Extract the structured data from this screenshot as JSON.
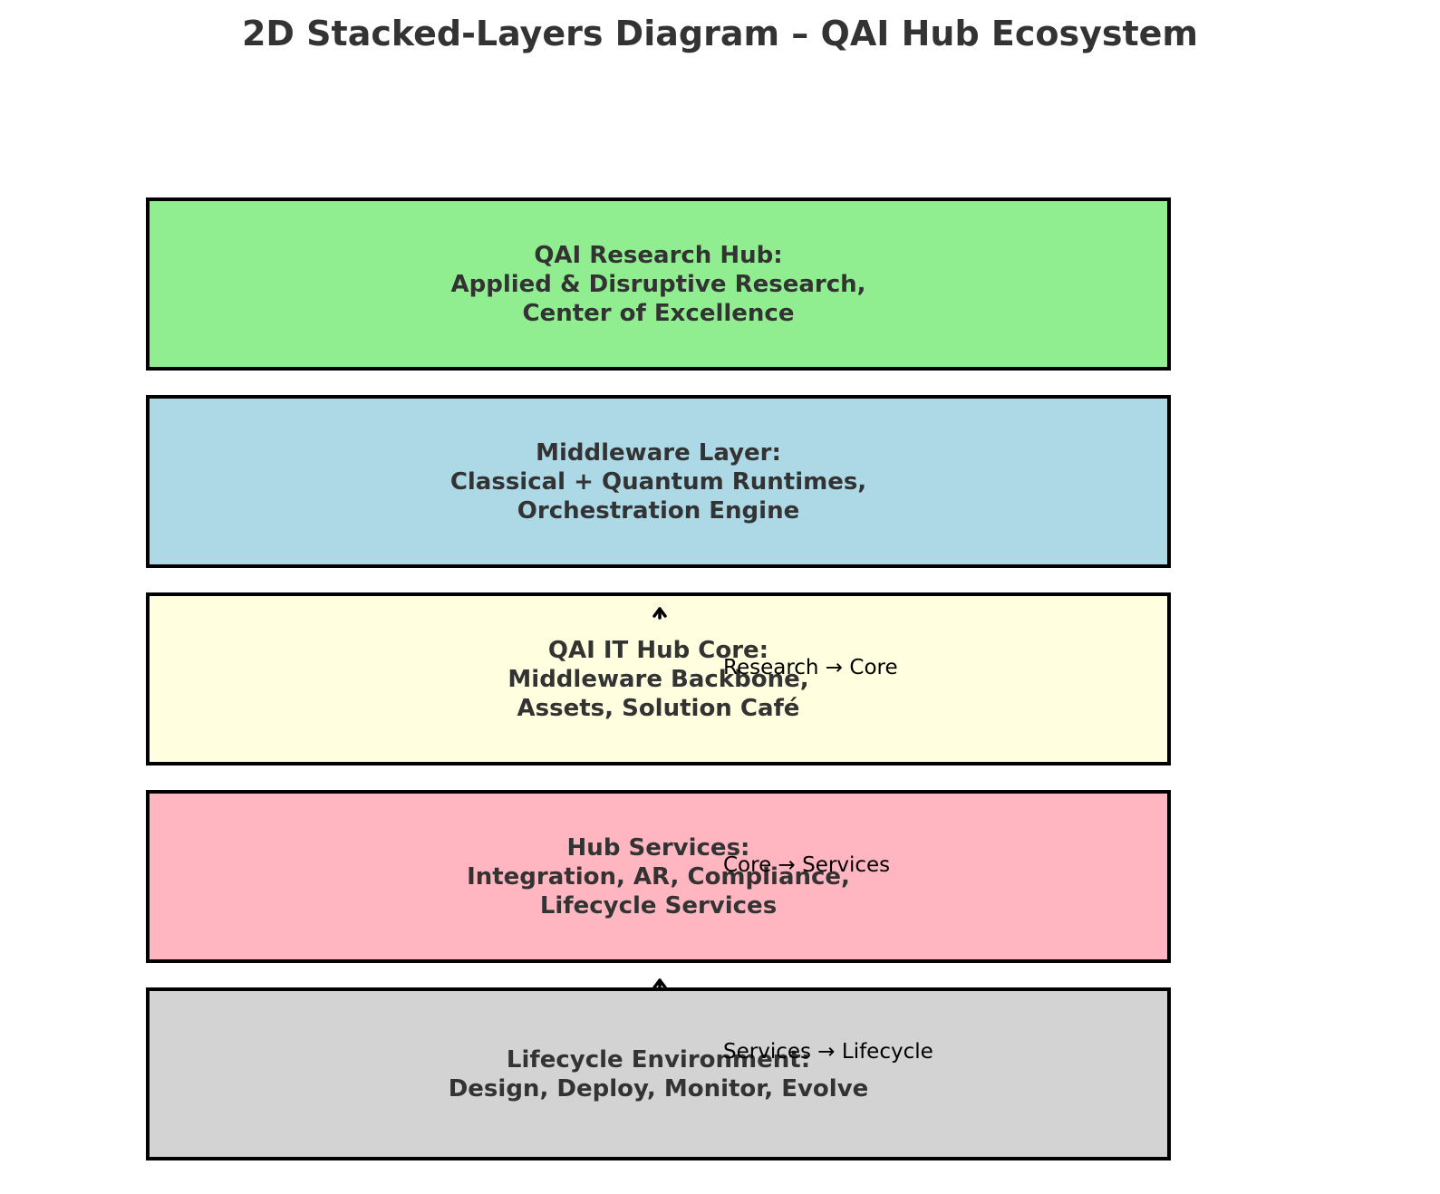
{
  "title": "2D Stacked-Layers Diagram – QAI Hub Ecosystem",
  "layers": [
    {
      "label": "QAI Research Hub:\nApplied & Disruptive Research,\nCenter of Excellence",
      "color": "#90ee90"
    },
    {
      "label": "Middleware Layer:\nClassical + Quantum Runtimes,\nOrchestration Engine",
      "color": "#add8e6"
    },
    {
      "label": "QAI IT Hub Core:\nMiddleware Backbone,\nAssets, Solution Café",
      "color": "#ffffe0"
    },
    {
      "label": "Hub Services:\nIntegration, AR, Compliance,\nLifecycle Services",
      "color": "#ffb6c1"
    },
    {
      "label": "Lifecycle Environment:\nDesign, Deploy, Monitor, Evolve",
      "color": "#d3d3d3"
    }
  ],
  "flows": [
    {
      "label": "Research → Core"
    },
    {
      "label": "Core → Services"
    },
    {
      "label": "Services → Lifecycle"
    }
  ]
}
